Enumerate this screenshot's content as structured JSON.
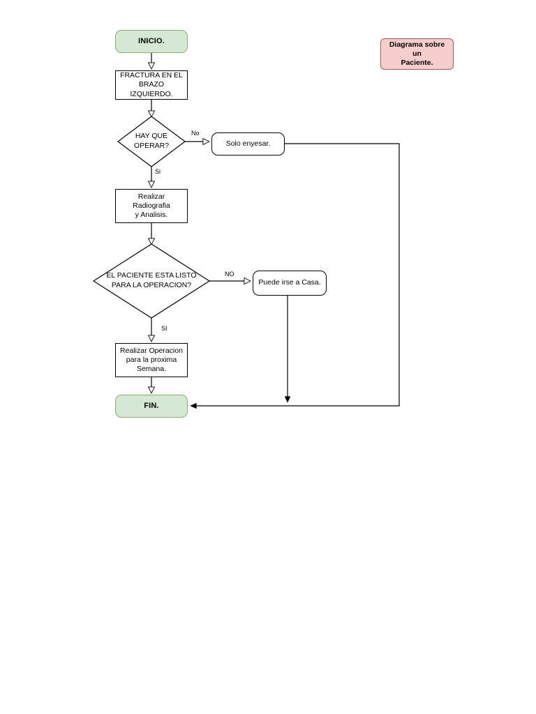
{
  "diagram": {
    "title_note": "Diagrama sobre un\nPaciente.",
    "colors": {
      "terminator_fill": "#d5e8d4",
      "terminator_stroke": "#82b366",
      "note_fill": "#f8cecc",
      "note_stroke": "#b85450",
      "process_fill": "#ffffff",
      "process_stroke": "#000000",
      "connector": "#000000",
      "background": "#ffffff"
    },
    "nodes": {
      "start": "INICIO.",
      "fracture": "FRACTURA EN EL\nBRAZO IZQUIERDO.",
      "decision_operate": "HAY QUE\nOPERAR?",
      "cast_only": "Solo enyesar.",
      "xray": "Realizar Radiografia\ny Analisis.",
      "decision_ready": "EL PACIENTE ESTA LISTO\nPARA LA OPERACION?",
      "go_home": "Puede irse a Casa.",
      "operation": "Realizar Operacion\npara la proxima\nSemana.",
      "end": "FIN."
    },
    "edge_labels": {
      "operate_no": "No",
      "operate_yes": "Si",
      "ready_no": "NO",
      "ready_yes": "SI"
    }
  }
}
